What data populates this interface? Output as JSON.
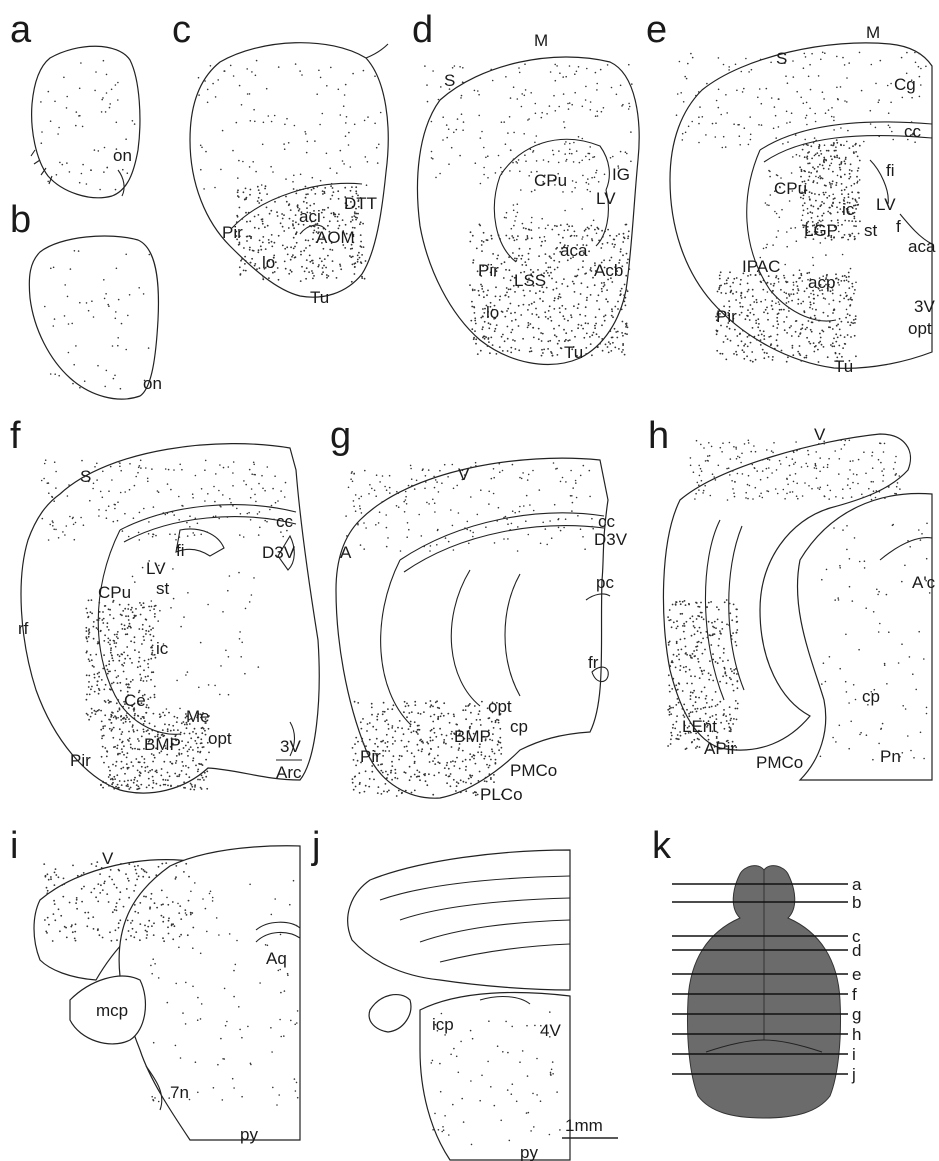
{
  "panels": [
    {
      "id": "a",
      "letter": "a",
      "labels": [
        "on"
      ]
    },
    {
      "id": "b",
      "letter": "b",
      "labels": [
        "on"
      ]
    },
    {
      "id": "c",
      "letter": "c",
      "labels": [
        "DTT",
        "aci",
        "Pir",
        "AOM",
        "lo",
        "Tu"
      ]
    },
    {
      "id": "d",
      "letter": "d",
      "labels": [
        "M",
        "S",
        "IG",
        "CPu",
        "LV",
        "aca",
        "Pir",
        "LSS",
        "Acb",
        "lo",
        "Tu"
      ]
    },
    {
      "id": "e",
      "letter": "e",
      "labels": [
        "M",
        "S",
        "Cg",
        "cc",
        "fi",
        "CPu",
        "ic",
        "LV",
        "LGP",
        "st",
        "f",
        "aca",
        "IPAC",
        "acp",
        "3V",
        "Pir",
        "opt",
        "Tu"
      ]
    },
    {
      "id": "f",
      "letter": "f",
      "labels": [
        "S",
        "cc",
        "fi",
        "D3V",
        "LV",
        "CPu",
        "st",
        "rf",
        "ic",
        "Ce",
        "Me",
        "opt",
        "BMP",
        "3V",
        "Pir",
        "Arc"
      ]
    },
    {
      "id": "g",
      "letter": "g",
      "labels": [
        "V",
        "cc",
        "D3V",
        "A",
        "pc",
        "fr",
        "opt",
        "cp",
        "BMP",
        "Pir",
        "PMCo",
        "PLCo"
      ]
    },
    {
      "id": "h",
      "letter": "h",
      "labels": [
        "V",
        "A'c",
        "LEnt",
        "cp",
        "APir",
        "PMCo",
        "Pn"
      ]
    },
    {
      "id": "i",
      "letter": "i",
      "labels": [
        "V",
        "Aq",
        "mcp",
        "7n",
        "py"
      ]
    },
    {
      "id": "j",
      "letter": "j",
      "labels": [
        "4V",
        "icp",
        "py"
      ]
    },
    {
      "id": "k",
      "letter": "k",
      "labels": []
    }
  ],
  "brain_levels": [
    "a",
    "b",
    "c",
    "d",
    "e",
    "f",
    "g",
    "h",
    "i",
    "j"
  ],
  "scale_bar": {
    "label": "1mm"
  },
  "colors": {
    "brain_fill": "#6b6b6b",
    "outline": "#222222",
    "background": "#ffffff"
  }
}
